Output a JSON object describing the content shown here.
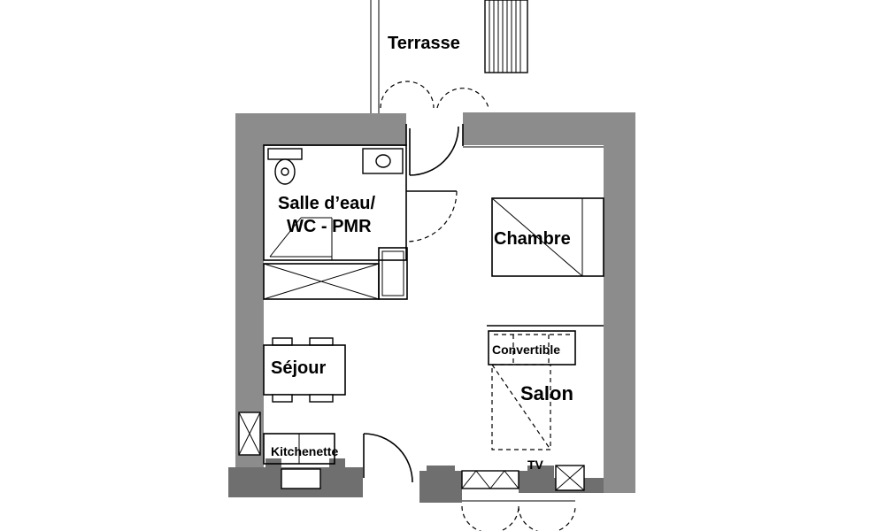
{
  "rooms": {
    "terrasse": "Terrasse",
    "salle_eau_line1": "Salle d’eau/",
    "salle_eau_line2": "WC - PMR",
    "chambre": "Chambre",
    "sejour": "Séjour",
    "convertible": "Convertible",
    "salon": "Salon",
    "kitchenette": "Kitchenette",
    "tv": "TV"
  },
  "colors": {
    "wall": "#8c8c8c",
    "ink": "#000000",
    "background": "#ffffff"
  }
}
